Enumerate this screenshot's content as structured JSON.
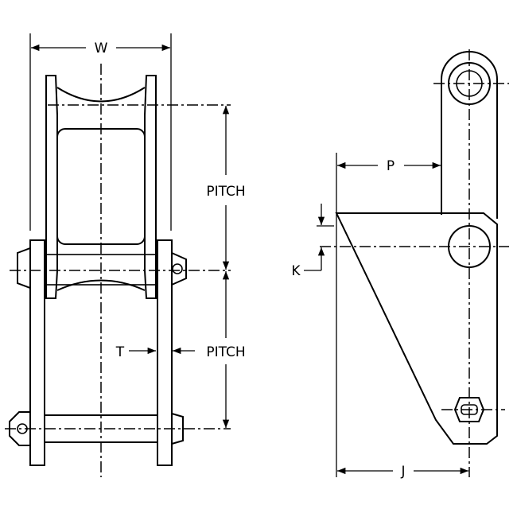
{
  "labels": {
    "width": "W",
    "pitch_upper": "PITCH",
    "pitch_lower": "PITCH",
    "thickness": "T",
    "offset_p": "P",
    "offset_k": "K",
    "offset_j": "J"
  }
}
